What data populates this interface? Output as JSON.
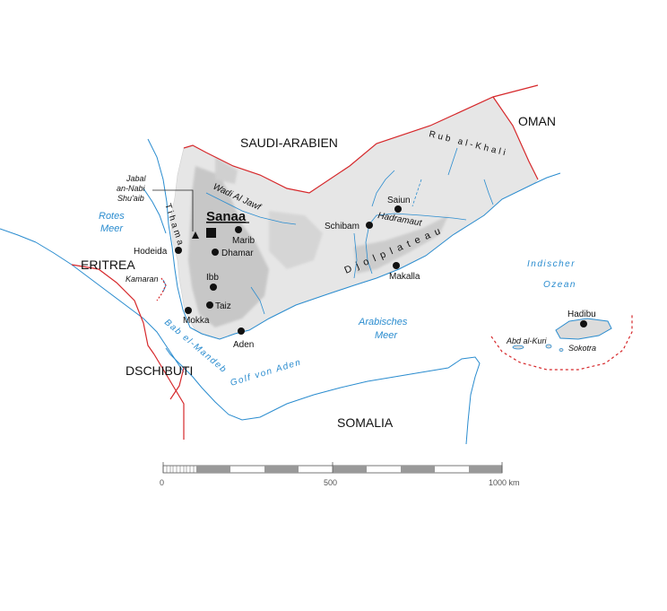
{
  "colors": {
    "border": "#d6282b",
    "water": "#2a8ccf",
    "land": "#e8e8e8",
    "relief": "#c9c9c9"
  },
  "countries": {
    "saudi": "SAUDI-ARABIEN",
    "oman": "OMAN",
    "eritrea": "ERITREA",
    "djibouti": "DSCHIBUTI",
    "somalia": "SOMALIA"
  },
  "capital": "Sanaa",
  "cities": {
    "hodeida": "Hodeida",
    "marib": "Marib",
    "dhamar": "Dhamar",
    "ibb": "Ibb",
    "taiz": "Taiz",
    "mokka": "Mokka",
    "aden": "Aden",
    "schibam": "Schibam",
    "saiun": "Saiun",
    "makalla": "Makalla",
    "hadibu": "Hadibu"
  },
  "waters": {
    "red_sea_1": "Rotes",
    "red_sea_2": "Meer",
    "indian_1": "Indischer",
    "indian_2": "Ozean",
    "arabian_1": "Arabisches",
    "arabian_2": "Meer",
    "gulf": "Golf von Aden",
    "bab": "Bab el-Mandeb"
  },
  "regions": {
    "rub": "Rub al-Khali",
    "wadi_jawf": "Wadi Al Jawf",
    "hadramaut": "Hadramaut",
    "djol": "Djolplateau",
    "tihama": "Tihama",
    "kamaran": "Kamaran",
    "abd": "Abd al-Kuri",
    "sokotra": "Sokotra"
  },
  "peak": {
    "line1": "Jabal",
    "line2": "an-Nabi",
    "line3": "Shu'aib"
  },
  "scale": {
    "label_0": "0",
    "label_500": "500",
    "label_1000": "1000 km"
  }
}
